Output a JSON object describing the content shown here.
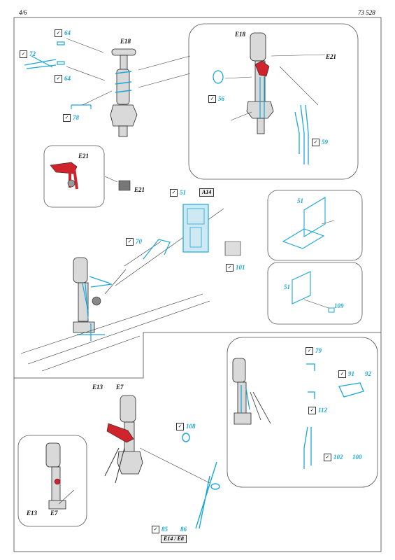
{
  "header": {
    "page": "4/6",
    "code": "73 528"
  },
  "labels": {
    "p64a": "64",
    "p72": "72",
    "p64b": "64",
    "p78": "78",
    "e18a": "E18",
    "e18b": "E18",
    "e21a": "E21",
    "p56": "56",
    "p59": "59",
    "e21b": "E21",
    "e21c": "E21",
    "p51a": "51",
    "a14": "A14",
    "p70": "70",
    "p101": "101",
    "p51b": "51",
    "p51c": "51",
    "p109": "109",
    "p79": "79",
    "p91": "91",
    "p92": "92",
    "p112": "112",
    "p102": "102",
    "p100": "100",
    "e13a": "E13",
    "e7a": "E7",
    "p108": "108",
    "e13b": "E13",
    "e7b": "E7",
    "p85": "85",
    "p86": "86",
    "e14e8": "E14 / E8"
  },
  "colors": {
    "etch": "#1aa8d8",
    "plastic": "#d0242c",
    "ink": "#111111"
  }
}
